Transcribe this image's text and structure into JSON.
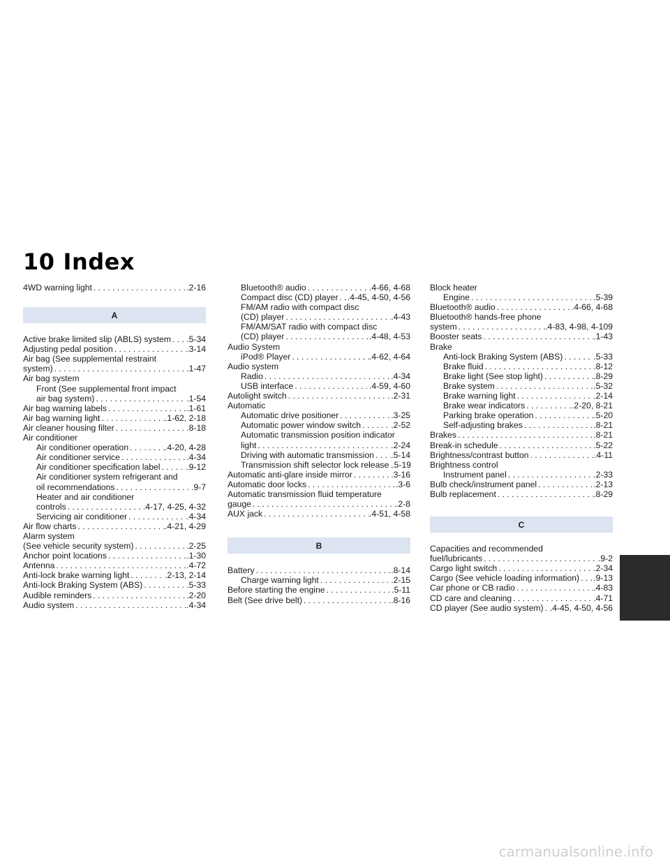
{
  "header": {
    "number": "10",
    "title": "Index"
  },
  "sections": {
    "A": "A",
    "B": "B",
    "C": "C"
  },
  "col1": {
    "e0": {
      "t": "4WD warning light",
      "p": ".2-16"
    },
    "e1": {
      "t": "Active brake limited slip (ABLS) system",
      "p": ".5-34"
    },
    "e2": {
      "t": "Adjusting pedal position",
      "p": ".3-14"
    },
    "e3a": "Air bag (See supplemental restraint",
    "e3": {
      "t": "system)",
      "p": ".1-47"
    },
    "e4": "Air bag system",
    "e5a": "Front (See supplemental front impact",
    "e5": {
      "t": "air bag system)",
      "p": ".1-54"
    },
    "e6": {
      "t": "Air bag warning labels",
      "p": ".1-61"
    },
    "e7": {
      "t": "Air bag warning light",
      "p": ".1-62, 2-18"
    },
    "e8": {
      "t": "Air cleaner housing filter",
      "p": ".8-18"
    },
    "e9": "Air conditioner",
    "e10": {
      "t": "Air conditioner operation",
      "p": ".4-20, 4-28"
    },
    "e11": {
      "t": "Air conditioner service",
      "p": ".4-34"
    },
    "e12": {
      "t": "Air conditioner specification label",
      "p": ".9-12"
    },
    "e13a": "Air conditioner system refrigerant and",
    "e13": {
      "t": "oil recommendations",
      "p": ".9-7"
    },
    "e14a": "Heater and air conditioner",
    "e14": {
      "t": "controls",
      "p": ".4-17, 4-25, 4-32"
    },
    "e15": {
      "t": "Servicing air conditioner",
      "p": ".4-34"
    },
    "e16": {
      "t": "Air flow charts",
      "p": ".4-21, 4-29"
    },
    "e17": "Alarm system",
    "e18": {
      "t": "(See vehicle security system)",
      "p": ".2-25"
    },
    "e19": {
      "t": "Anchor point locations",
      "p": ".1-30"
    },
    "e20": {
      "t": "Antenna",
      "p": ".4-72"
    },
    "e21": {
      "t": "Anti-lock brake warning light",
      "p": ".2-13, 2-14"
    },
    "e22": {
      "t": "Anti-lock Braking System (ABS)",
      "p": ".5-33"
    },
    "e23": {
      "t": "Audible reminders",
      "p": ".2-20"
    },
    "e24": {
      "t": "Audio system",
      "p": ".4-34"
    }
  },
  "col2": {
    "e0": {
      "t": "Bluetooth® audio",
      "p": ".4-66, 4-68"
    },
    "e1": {
      "t": "Compact disc (CD) player",
      "p": ".4-45, 4-50, 4-56"
    },
    "e2a": "FM/AM radio with compact disc",
    "e2": {
      "t": "(CD) player",
      "p": ".4-43"
    },
    "e3a": "FM/AM/SAT radio with compact disc",
    "e3": {
      "t": "(CD) player",
      "p": ".4-48, 4-53"
    },
    "e4": "Audio System",
    "e5": {
      "t": "iPod® Player",
      "p": ".4-62, 4-64"
    },
    "e6": "Audio system",
    "e7": {
      "t": "Radio",
      "p": ".4-34"
    },
    "e8": {
      "t": "USB interface",
      "p": ".4-59, 4-60"
    },
    "e9": {
      "t": "Autolight switch",
      "p": ".2-31"
    },
    "e10": "Automatic",
    "e11": {
      "t": "Automatic drive positioner",
      "p": ".3-25"
    },
    "e12": {
      "t": "Automatic power window switch",
      "p": ".2-52"
    },
    "e13a": "Automatic transmission position indicator",
    "e13": {
      "t": "light",
      "p": ".2-24"
    },
    "e14": {
      "t": "Driving with automatic transmission",
      "p": ".5-14"
    },
    "e15": {
      "t": "Transmission shift selector lock release",
      "p": ".5-19"
    },
    "e16": {
      "t": "Automatic anti-glare inside mirror",
      "p": ".3-16"
    },
    "e17": {
      "t": "Automatic door locks",
      "p": ".3-6"
    },
    "e18a": "Automatic transmission fluid temperature",
    "e18": {
      "t": "gauge",
      "p": ".2-8"
    },
    "e19": {
      "t": "AUX jack",
      "p": ".4-51, 4-58"
    },
    "e20": {
      "t": "Battery",
      "p": ".8-14"
    },
    "e21": {
      "t": "Charge warning light",
      "p": ".2-15"
    },
    "e22": {
      "t": "Before starting the engine",
      "p": ".5-11"
    },
    "e23": {
      "t": "Belt (See drive belt)",
      "p": ".8-16"
    }
  },
  "col3": {
    "e0": "Block heater",
    "e1": {
      "t": "Engine",
      "p": ".5-39"
    },
    "e2": {
      "t": "Bluetooth® audio",
      "p": ".4-66, 4-68"
    },
    "e3a": "Bluetooth® hands-free phone",
    "e3": {
      "t": "system",
      "p": ".4-83, 4-98, 4-109"
    },
    "e4": {
      "t": "Booster seats",
      "p": ".1-43"
    },
    "e5": "Brake",
    "e6": {
      "t": "Anti-lock Braking System (ABS)",
      "p": ".5-33"
    },
    "e7": {
      "t": "Brake fluid",
      "p": ".8-12"
    },
    "e8": {
      "t": "Brake light (See stop light)",
      "p": ".8-29"
    },
    "e9": {
      "t": "Brake system",
      "p": ".5-32"
    },
    "e10": {
      "t": "Brake warning light",
      "p": ".2-14"
    },
    "e11": {
      "t": "Brake wear indicators",
      "p": ".2-20, 8-21"
    },
    "e12": {
      "t": "Parking brake operation",
      "p": ".5-20"
    },
    "e13": {
      "t": "Self-adjusting brakes",
      "p": ".8-21"
    },
    "e14": {
      "t": "Brakes",
      "p": ".8-21"
    },
    "e15": {
      "t": "Break-in schedule",
      "p": ".5-22"
    },
    "e16": {
      "t": "Brightness/contrast button",
      "p": ".4-11"
    },
    "e17": "Brightness control",
    "e18": {
      "t": "Instrument panel",
      "p": ".2-33"
    },
    "e19": {
      "t": "Bulb check/instrument panel",
      "p": ".2-13"
    },
    "e20": {
      "t": "Bulb replacement",
      "p": ".8-29"
    },
    "e21a": "Capacities and recommended",
    "e21": {
      "t": "fuel/lubricants",
      "p": ".9-2"
    },
    "e22": {
      "t": "Cargo light switch",
      "p": ".2-34"
    },
    "e23": {
      "t": "Cargo (See vehicle loading information)",
      "p": ".9-13"
    },
    "e24": {
      "t": "Car phone or CB radio",
      "p": ".4-83"
    },
    "e25": {
      "t": "CD care and cleaning",
      "p": ".4-71"
    },
    "e26": {
      "t": "CD player (See audio system)",
      "p": ".4-45, 4-50, 4-56"
    }
  },
  "watermark": "carmanualsonline.info"
}
